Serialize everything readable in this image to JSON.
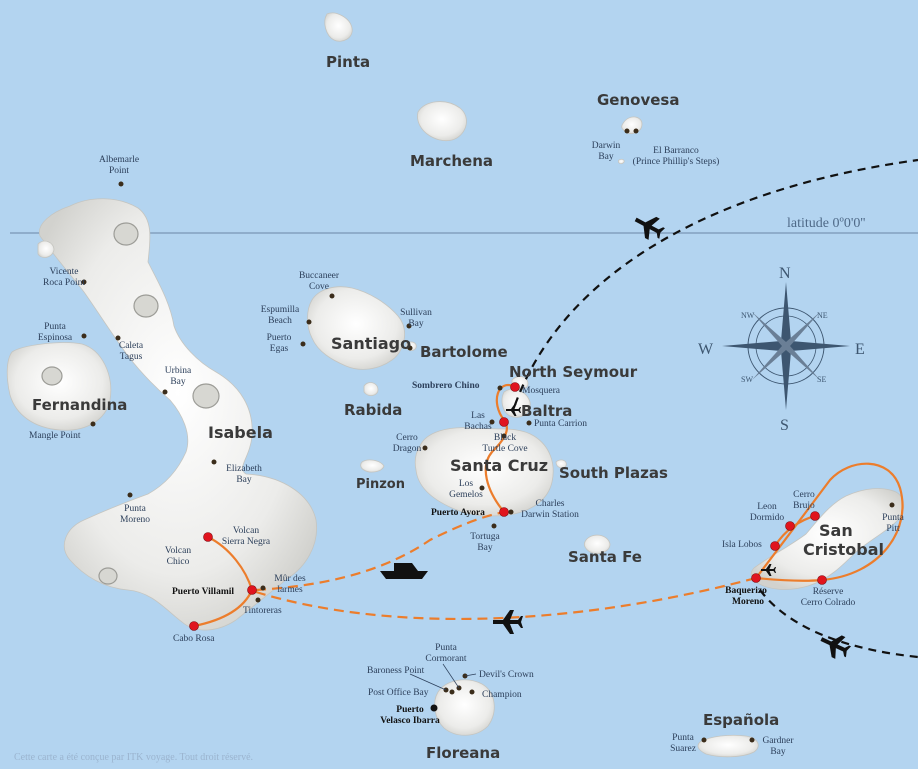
{
  "latitude_label": "latitude 0º0'0''",
  "compass": {
    "n": "N",
    "s": "S",
    "e": "E",
    "w": "W",
    "nw": "NW",
    "ne": "NE",
    "sw": "SW",
    "se": "SE"
  },
  "islands": {
    "pinta": "Pinta",
    "marchena": "Marchena",
    "genovesa": "Genovesa",
    "fernandina": "Fernandina",
    "isabela": "Isabela",
    "santiago": "Santiago",
    "bartolome": "Bartolome",
    "rabida": "Rabida",
    "north_seymour": "North Seymour",
    "baltra": "Baltra",
    "santa_cruz": "Santa Cruz",
    "south_plazas": "South Plazas",
    "pinzon": "Pinzon",
    "santa_fe": "Santa Fe",
    "san": "San",
    "cristobal": "Cristobal",
    "floreana": "Floreana",
    "espanola": "Española"
  },
  "places": {
    "darwin_bay": [
      "Darwin",
      "Bay"
    ],
    "el_barranco": [
      "El Barranco",
      "(Prince Phillip's Steps)"
    ],
    "albemarle": [
      "Albemarle",
      "Point"
    ],
    "vicente": [
      "Vicente",
      "Roca Point"
    ],
    "punta_espinosa": [
      "Punta",
      "Espinosa"
    ],
    "caleta_tagus": [
      "Caleta",
      "Tagus"
    ],
    "urbina_bay": [
      "Urbina",
      "Bay"
    ],
    "mangle_point": "Mangle Point",
    "elizabeth_bay": [
      "Elizabeth",
      "Bay"
    ],
    "punta_moreno": [
      "Punta",
      "Moreno"
    ],
    "volcan_sierra_negra": [
      "Volcan",
      "Sierra Negra"
    ],
    "volcan_chico": [
      "Volcan",
      "Chico"
    ],
    "mur_des_larmes": [
      "Mûr des",
      "larmes"
    ],
    "tintoreras": "Tintoreras",
    "cabo_rosa": "Cabo Rosa",
    "buccaneer_cove": [
      "Buccaneer",
      "Cove"
    ],
    "espumilla_beach": [
      "Espumilla",
      "Beach"
    ],
    "puerto_egas": [
      "Puerto",
      "Egas"
    ],
    "sullivan_bay": [
      "Sullivan",
      "Bay"
    ],
    "sombrero_chino": "Sombrero Chino",
    "mosquera": "Mosquera",
    "las_bachas": [
      "Las",
      "Bachas"
    ],
    "punta_carrion": "Punta Carrion",
    "black_turtle_cove": [
      "Black",
      "Turtle Cove"
    ],
    "cerro_dragon": [
      "Cerro",
      "Dragon"
    ],
    "los_gemelos": [
      "Los",
      "Gemelos"
    ],
    "charles_darwin_station": [
      "Charles",
      "Darwin Station"
    ],
    "tortuga_bay": [
      "Tortuga",
      "Bay"
    ],
    "leon_dormido": [
      "Leon",
      "Dormido"
    ],
    "cerro_brujo": [
      "Cerro",
      "Brujo"
    ],
    "punta_pitt": [
      "Punta",
      "Pitt"
    ],
    "isla_lobos": "Isla Lobos",
    "reserve_cerro_colorado": [
      "Réserve",
      "Cerro Colrado"
    ],
    "punta_cormorant": [
      "Punta",
      "Cormorant"
    ],
    "baroness_point": "Baroness Point",
    "devils_crown": "Devil's Crown",
    "post_office_bay": "Post Office Bay",
    "champion": "Champion",
    "punta_suarez": [
      "Punta",
      "Suarez"
    ],
    "gardner_bay": [
      "Gardner",
      "Bay"
    ]
  },
  "towns": {
    "puerto_villamil": "Puerto Villamil",
    "puerto_ayora": "Puerto Ayora",
    "baquerizo_moreno": [
      "Baquerizo",
      "Moreno"
    ],
    "puerto_velasco_ibarra": [
      "Puerto",
      "Velasco Ibarra"
    ]
  },
  "credit": "Cette carte a été conçue par ITK voyage. Tout droit réservé.",
  "colors": {
    "sea": "#b3d4f0",
    "land": "#ececea",
    "route": "#ec7d2c",
    "stop": "#e0141e",
    "flight": "#111111"
  }
}
